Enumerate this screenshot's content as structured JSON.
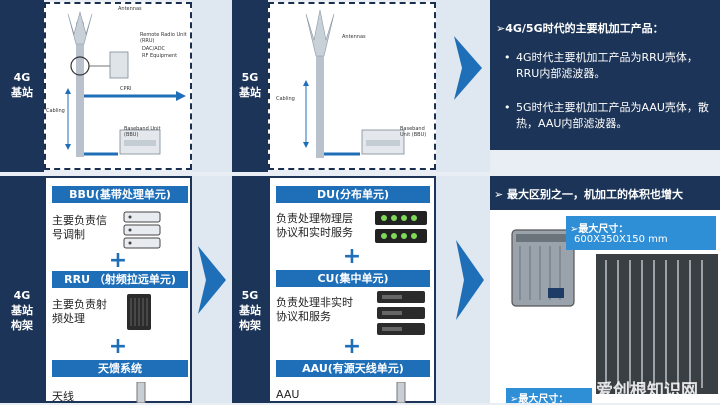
{
  "top_row": {
    "g4_label": "4G\n基站",
    "g5_label": "5G\n基站",
    "g4_diagram": {
      "antennas": "Antennas",
      "rru_title": "Remote Radio Unit (RRU)",
      "rru_item1": "DAC/ADC",
      "rru_item2": "RF Equipment",
      "cabling": "Cabling",
      "cpri": "CPRI",
      "bbu": "Baseband Unit (BBU)"
    },
    "g5_diagram": {
      "antennas": "Antennas",
      "cabling": "Cabling",
      "bbu": "Baseband Unit (BBU)"
    },
    "info_heading": "➢4G/5G时代的主要机加工产品：",
    "info_bullets": [
      "4G时代主要机加工产品为RRU壳体，RRU内部滤波器。",
      "5G时代主要机加工产品为AAU壳体，散热，AAU内部滤波器。"
    ]
  },
  "bottom_row": {
    "g4_arch_label": "4G\n基站\n构架",
    "g5_arch_label": "5G\n基站\n构架",
    "g4_arch": {
      "bbu_bar": "BBU(基带处理单元)",
      "bbu_desc": "主要负责信\n号调制",
      "rru_bar": "RRU （射频拉远单元)",
      "rru_desc": "主要负责射\n频处理",
      "ant_bar": "天馈系统",
      "ant_desc": "天线"
    },
    "g5_arch": {
      "du_bar": "DU(分布单元)",
      "du_desc": "负责处理物理层\n协议和实时服务",
      "cu_bar": "CU(集中单元)",
      "cu_desc": "负责处理非实时\n协议和服务",
      "aau_bar": "AAU(有源天线单元)",
      "aau_desc": "AAU"
    },
    "info_heading": "➢ 最大区别之一，机加工的体积也增大",
    "size_box_title": "➢最大尺寸：",
    "size_box_value": "600X350X150 mm",
    "size_box2_title": "➢最大尺寸：",
    "watermark": "爱创根知识网"
  },
  "colors": {
    "navy": "#1c3457",
    "accent_blue": "#1f6fb8",
    "size_box": "#2f8fd6"
  }
}
